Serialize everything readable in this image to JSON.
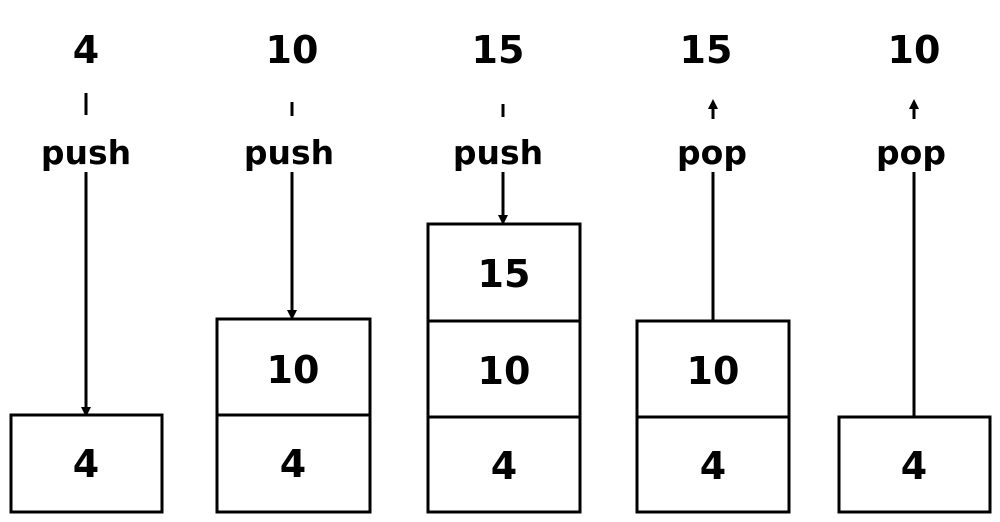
{
  "steps": [
    {
      "operation": "push",
      "value": "4",
      "stack": [
        "4"
      ]
    },
    {
      "operation": "push",
      "value": "10",
      "stack": [
        "4",
        "10"
      ]
    },
    {
      "operation": "push",
      "value": "15",
      "stack": [
        "4",
        "10",
        "15"
      ]
    },
    {
      "operation": "pop",
      "value": "15",
      "stack": [
        "4",
        "10"
      ]
    },
    {
      "operation": "pop",
      "value": "10",
      "stack": [
        "4"
      ]
    }
  ]
}
